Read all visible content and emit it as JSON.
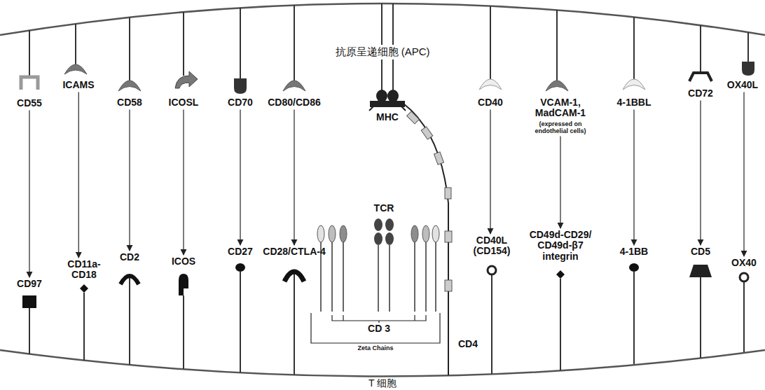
{
  "diagram": {
    "nodes": [
      {
        "text": [
          "CD55"
        ]
      },
      {
        "text": [
          "ICAMS"
        ]
      },
      {
        "text": [
          "CD58"
        ]
      },
      {
        "text": [
          "ICOSL"
        ]
      },
      {
        "text": [
          "CD70"
        ]
      },
      {
        "text": [
          "CD80/CD86"
        ]
      },
      {
        "text": [
          "MHC"
        ]
      },
      {
        "text": [
          "CD40"
        ]
      },
      {
        "text": [
          "VCAM-1, MadCAM-1",
          "(expressed on endothelial cells)"
        ]
      },
      {
        "text": [
          "4-1BBL"
        ]
      },
      {
        "text": [
          "CD72"
        ]
      },
      {
        "text": [
          "OX40L"
        ]
      },
      {
        "text": [
          "CD97"
        ]
      },
      {
        "text": [
          "CD11a-CD18"
        ]
      },
      {
        "text": [
          "CD2"
        ]
      },
      {
        "text": [
          "ICOS"
        ]
      },
      {
        "text": [
          "CD27"
        ]
      },
      {
        "text": [
          "CD28/CTLA-4"
        ]
      },
      {
        "text": [
          "TCR"
        ]
      },
      {
        "text": [
          "CD40L (CD154)"
        ]
      },
      {
        "text": [
          "CD49d-CD29/ CD49d-β7 integrin"
        ]
      },
      {
        "text": [
          "4-1BB"
        ]
      },
      {
        "text": [
          "CD5"
        ]
      },
      {
        "text": [
          "OX40"
        ]
      },
      {
        "text": [
          "CD4"
        ]
      }
    ],
    "edges": [
      {
        "from": 0,
        "to": 12,
        "arrow": "to"
      },
      {
        "from": 1,
        "to": 13,
        "arrow": "to"
      },
      {
        "from": 2,
        "to": 14,
        "arrow": "to"
      },
      {
        "from": 3,
        "to": 15,
        "arrow": "to"
      },
      {
        "from": 4,
        "to": 16,
        "arrow": "to"
      },
      {
        "from": 5,
        "to": 17,
        "arrow": "to"
      },
      {
        "from": 7,
        "to": 19,
        "arrow": "to"
      },
      {
        "from": 8,
        "to": 20,
        "arrow": "to"
      },
      {
        "from": 9,
        "to": 21,
        "arrow": "to"
      },
      {
        "from": 10,
        "to": 22,
        "arrow": "to"
      },
      {
        "from": 11,
        "to": 23,
        "arrow": "to"
      }
    ],
    "labels": [
      "抗原呈递细胞 (APC)",
      "CD 3",
      "Zeta Chains",
      "T 细胞"
    ]
  }
}
